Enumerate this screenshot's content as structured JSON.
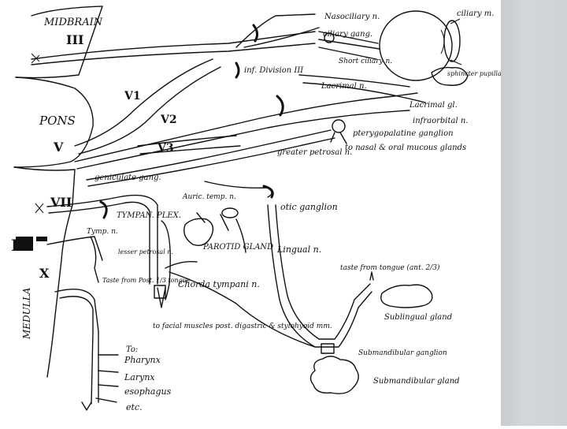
{
  "regions": {
    "midbrain": "MIDBRAIN",
    "pons": "PONS",
    "medulla": "MEDULLA"
  },
  "cranial_nerves": {
    "cn3": "III",
    "cn5": "V",
    "cn5_1": "V1",
    "cn5_2": "V2",
    "cn5_3": "V3",
    "cn7": "VII",
    "cn9": "IX",
    "cn10": "X"
  },
  "labels": {
    "nasociliary": "Nasociliary n.",
    "ciliary_gang": "ciliary gang.",
    "ciliary_m": "ciliary m.",
    "sphincter": "sphincter pupillae m.",
    "inf_division": "inf. Division III",
    "short_ciliary": "Short ciliary n.",
    "lacrimal_n": "Lacrimal n.",
    "lacrimal_gl": "Lacrimal gl.",
    "infraorbital": "infraorbital n.",
    "pterygopalatine": "pterygopalatine ganglion",
    "greater_petrosal": "greater petrosal n.",
    "nasal_glands": "to nasal & oral mucous glands",
    "geniculate": "geniculate gang.",
    "auric_temp": "Auric. temp. n.",
    "otic": "otic ganglion",
    "tymp_plex": "TYMPAN. PLEX.",
    "tymp_n": "Tymp. n.",
    "parotid": "PAROTID GLAND",
    "lesser_petrosal": "lesser petrosal n.",
    "lingual": "Lingual n.",
    "taste_tongue": "taste from tongue (ant. 2/3)",
    "taste_post": "Taste from Post. 1/3 tongue",
    "chorda": "Chorda tympani n.",
    "sublingual": "Sublingual gland",
    "facial_muscles": "to facial muscles post. digastric & stylohyoid mm.",
    "submand_gang": "Submandibular ganglion",
    "submand_gland": "Submandibular gland",
    "to": "To:",
    "pharynx": "Pharynx",
    "larynx": "Larynx",
    "esophagus": "esophagus",
    "etc": "etc."
  }
}
